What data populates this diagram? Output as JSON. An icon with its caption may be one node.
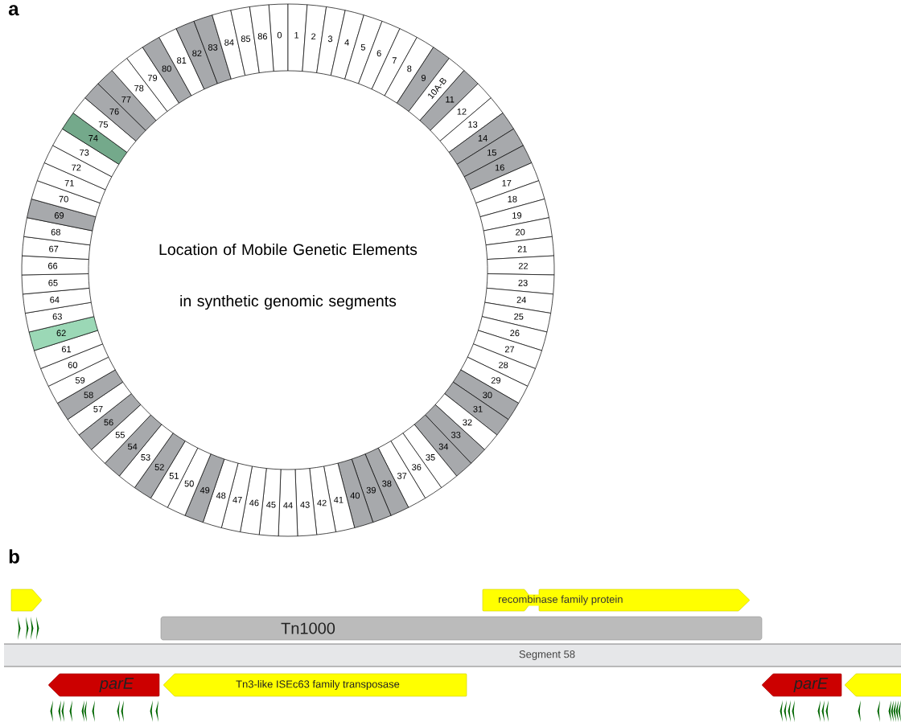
{
  "diagram": {
    "nodes": [
      {
        "text": [
          "0"
        ]
      },
      {
        "text": [
          "1"
        ]
      },
      {
        "text": [
          "2"
        ]
      },
      {
        "text": [
          "3"
        ]
      },
      {
        "text": [
          "4"
        ]
      },
      {
        "text": [
          "5"
        ]
      },
      {
        "text": [
          "6"
        ]
      },
      {
        "text": [
          "7"
        ]
      },
      {
        "text": [
          "8"
        ]
      },
      {
        "text": [
          "9"
        ]
      },
      {
        "text": [
          "10A-B"
        ]
      },
      {
        "text": [
          "11"
        ]
      },
      {
        "text": [
          "12"
        ]
      },
      {
        "text": [
          "13"
        ]
      },
      {
        "text": [
          "14"
        ]
      },
      {
        "text": [
          "15"
        ]
      },
      {
        "text": [
          "16"
        ]
      },
      {
        "text": [
          "17"
        ]
      },
      {
        "text": [
          "18"
        ]
      },
      {
        "text": [
          "19"
        ]
      },
      {
        "text": [
          "20"
        ]
      },
      {
        "text": [
          "21"
        ]
      },
      {
        "text": [
          "22"
        ]
      },
      {
        "text": [
          "23"
        ]
      },
      {
        "text": [
          "24"
        ]
      },
      {
        "text": [
          "25"
        ]
      },
      {
        "text": [
          "26"
        ]
      },
      {
        "text": [
          "27"
        ]
      },
      {
        "text": [
          "28"
        ]
      },
      {
        "text": [
          "29"
        ]
      },
      {
        "text": [
          "30"
        ]
      },
      {
        "text": [
          "31"
        ]
      },
      {
        "text": [
          "32"
        ]
      },
      {
        "text": [
          "33"
        ]
      },
      {
        "text": [
          "34"
        ]
      },
      {
        "text": [
          "35"
        ]
      },
      {
        "text": [
          "36"
        ]
      },
      {
        "text": [
          "37"
        ]
      },
      {
        "text": [
          "38"
        ]
      },
      {
        "text": [
          "39"
        ]
      },
      {
        "text": [
          "40"
        ]
      },
      {
        "text": [
          "41"
        ]
      },
      {
        "text": [
          "42"
        ]
      },
      {
        "text": [
          "43"
        ]
      },
      {
        "text": [
          "44"
        ]
      },
      {
        "text": [
          "45"
        ]
      },
      {
        "text": [
          "46"
        ]
      },
      {
        "text": [
          "47"
        ]
      },
      {
        "text": [
          "48"
        ]
      },
      {
        "text": [
          "49"
        ]
      },
      {
        "text": [
          "50"
        ]
      },
      {
        "text": [
          "51"
        ]
      },
      {
        "text": [
          "52"
        ]
      },
      {
        "text": [
          "53"
        ]
      },
      {
        "text": [
          "54"
        ]
      },
      {
        "text": [
          "55"
        ]
      },
      {
        "text": [
          "56"
        ]
      },
      {
        "text": [
          "57"
        ]
      },
      {
        "text": [
          "58"
        ]
      },
      {
        "text": [
          "59"
        ]
      },
      {
        "text": [
          "60"
        ]
      },
      {
        "text": [
          "61"
        ]
      },
      {
        "text": [
          "62"
        ]
      },
      {
        "text": [
          "63"
        ]
      },
      {
        "text": [
          "64"
        ]
      },
      {
        "text": [
          "65"
        ]
      },
      {
        "text": [
          "66"
        ]
      },
      {
        "text": [
          "67"
        ]
      },
      {
        "text": [
          "68"
        ]
      },
      {
        "text": [
          "69"
        ]
      },
      {
        "text": [
          "70"
        ]
      },
      {
        "text": [
          "71"
        ]
      },
      {
        "text": [
          "72"
        ]
      },
      {
        "text": [
          "73"
        ]
      },
      {
        "text": [
          "74"
        ]
      },
      {
        "text": [
          "75"
        ]
      },
      {
        "text": [
          "76"
        ]
      },
      {
        "text": [
          "77"
        ]
      },
      {
        "text": [
          "78"
        ]
      },
      {
        "text": [
          "79"
        ]
      },
      {
        "text": [
          "80"
        ]
      },
      {
        "text": [
          "81"
        ]
      },
      {
        "text": [
          "82"
        ]
      },
      {
        "text": [
          "83"
        ]
      },
      {
        "text": [
          "84"
        ]
      },
      {
        "text": [
          "85"
        ]
      },
      {
        "text": [
          "86"
        ]
      },
      {
        "text": [],
        "shape": "arrow"
      },
      {
        "text": [],
        "shape": "arrow"
      },
      {
        "text": [
          "recombinase family protein"
        ]
      },
      {
        "text": [
          "Tn1000"
        ]
      },
      {
        "text": [
          "Segment 58"
        ]
      },
      {
        "text": [
          "parE"
        ]
      },
      {
        "text": [
          "Tn3-like ISEc63 family transposase"
        ]
      },
      {
        "text": [
          "parE"
        ]
      },
      {
        "text": [],
        "shape": "arrow"
      }
    ],
    "labels": [
      "a",
      "Location of Mobile Genetic Elements in synthetic genomic segments",
      "b"
    ]
  }
}
